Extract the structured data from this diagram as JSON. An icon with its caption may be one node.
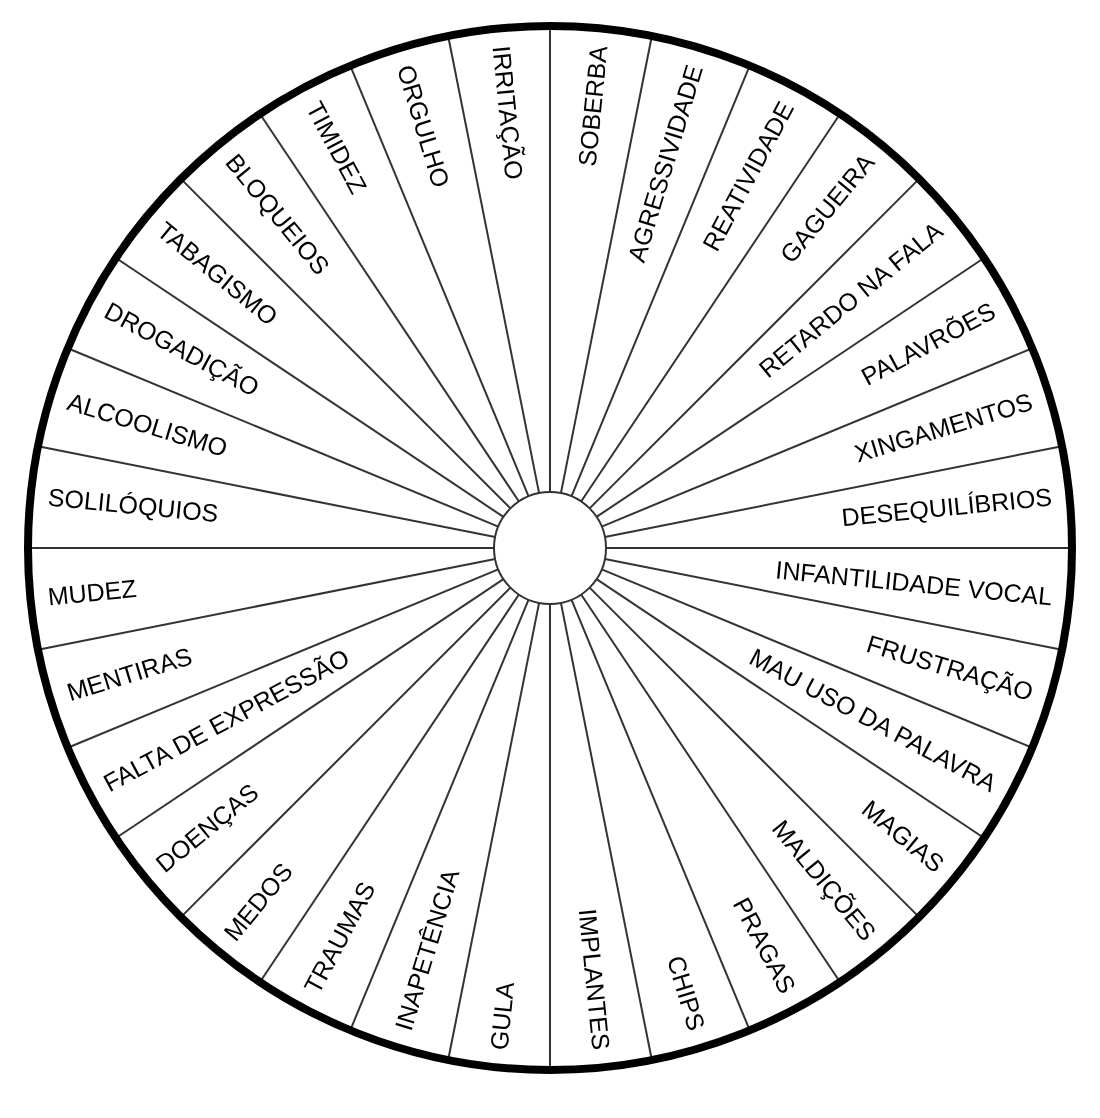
{
  "diagram": {
    "labels": [
      "SOLILÓQUIOS",
      "ALCOOLISMO",
      "DROGADIÇÃO",
      "TABAGISMO",
      "BLOQUEIOS",
      "TIMIDEZ",
      "ORGULHO",
      "IRRITAÇÃO",
      "SOBERBA",
      "AGRESSIVIDADE",
      "REATIVIDADE",
      "GAGUEIRA",
      "RETARDO NA FALA",
      "PALAVRÕES",
      "XINGAMENTOS",
      "DESEQUILÍBRIOS",
      "MUDEZ",
      "MENTIRAS",
      "FALTA DE EXPRESSÃO",
      "DOENÇAS",
      "MEDOS",
      "TRAUMAS",
      "INAPETÊNCIA",
      "GULA",
      "IMPLANTES",
      "CHIPS",
      "PRAGAS",
      "MALDIÇÕES",
      "MAGIAS",
      "MAU USO DA PALAVRA",
      "FRUSTRAÇÃO",
      "INFANTILIDADE VOCAL"
    ]
  }
}
